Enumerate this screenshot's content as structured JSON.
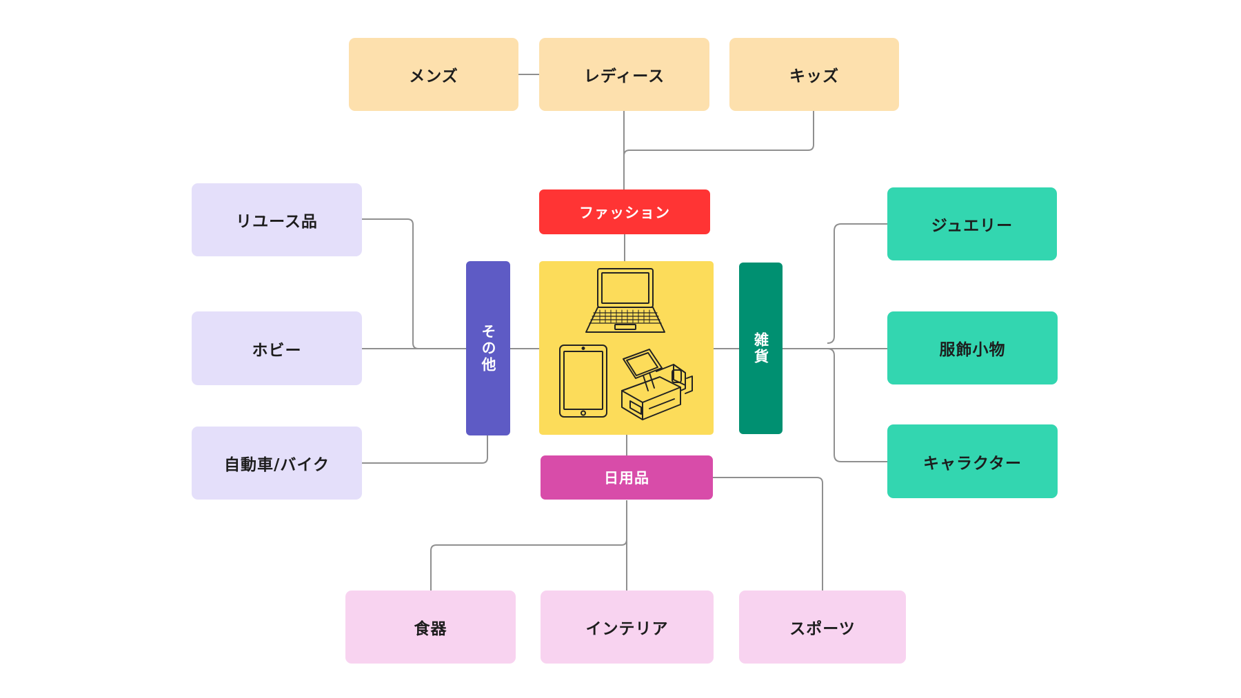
{
  "colors": {
    "fashion_hub": "#ff3434",
    "other_hub": "#5e5bc5",
    "zakka_hub": "#009071",
    "daily_hub": "#d84ca9",
    "center": "#fcdc5a",
    "fashion_leaf": "#fde0ad",
    "other_leaf": "#e4dffa",
    "zakka_leaf": "#33d6b0",
    "daily_leaf": "#f8d3f0",
    "connector": "#8f8f8f"
  },
  "center": {
    "icons": [
      "laptop-icon",
      "tablet-icon",
      "pos-register-icon"
    ]
  },
  "hubs": {
    "fashion": "ファッション",
    "other": "その他",
    "zakka": "雑貨",
    "daily": "日用品"
  },
  "fashion": [
    "メンズ",
    "レディース",
    "キッズ"
  ],
  "other": [
    "リユース品",
    "ホビー",
    "自動車/バイク"
  ],
  "zakka": [
    "ジュエリー",
    "服飾小物",
    "キャラクター"
  ],
  "daily": [
    "食器",
    "インテリア",
    "スポーツ"
  ]
}
